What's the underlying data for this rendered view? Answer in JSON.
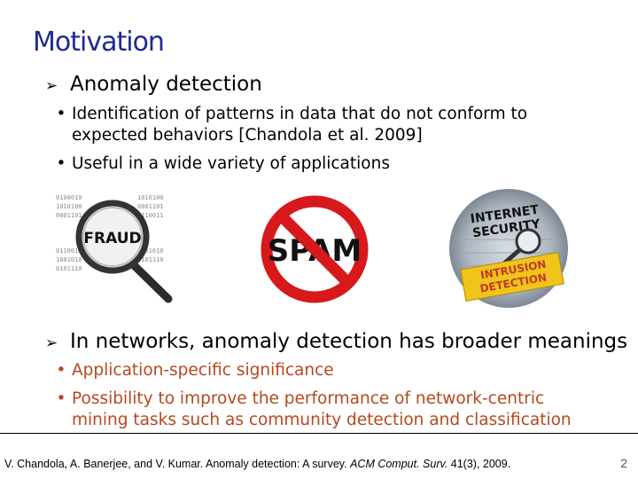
{
  "slide": {
    "title": "Motivation",
    "bullet1": {
      "text": "Anomaly detection",
      "sub": [
        {
          "line1": "Identification of patterns in data that do not conform to",
          "line2": "expected behaviors [Chandola et al. 2009]"
        },
        {
          "line1": "Useful in a wide variety of applications",
          "line2": ""
        }
      ]
    },
    "bullet2": {
      "text": "In networks, anomaly detection has broader meanings",
      "sub": [
        {
          "line1": "Application-specific significance",
          "line2": ""
        },
        {
          "line1": "Possibility to improve the performance of network-centric",
          "line2": "mining tasks such as community detection and classification"
        }
      ]
    },
    "images": {
      "fraud_label": "FRAUD",
      "spam_label": "SPAM",
      "security_line1": "INTERNET",
      "security_line2": "SECURITY",
      "intrusion_line1": "INTRUSION",
      "intrusion_line2": "DETECTION",
      "binary_rows": [
        "0100010",
        "1010100",
        "0001101",
        "0110011",
        "1001010",
        "0101110"
      ]
    },
    "footer": {
      "prefix": "V. Chandola, A. Banerjee, and V. Kumar. Anomaly detection: A survey. ",
      "journal": "ACM Comput. Surv.",
      "suffix": " 41(3), 2009."
    },
    "page_number": "2",
    "colors": {
      "title": "#1f2a8c",
      "accent": "#b5481e",
      "stop_red": "#d7191c"
    }
  }
}
